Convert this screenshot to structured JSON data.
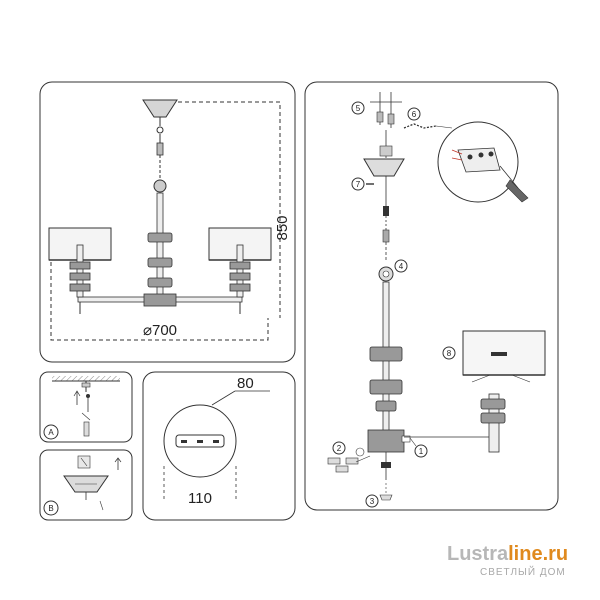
{
  "dimensions": {
    "height": "850",
    "diameter": "⌀700",
    "base_height": "80",
    "base_width": "110"
  },
  "callouts": [
    "1",
    "2",
    "3",
    "4",
    "5",
    "6",
    "7",
    "8"
  ],
  "inset_labels": {
    "a": "A",
    "b": "B"
  },
  "watermark": {
    "brand_part1": "Lustra",
    "brand_part2": "line.ru",
    "tagline": "СВЕТЛЫЙ ДОМ"
  }
}
